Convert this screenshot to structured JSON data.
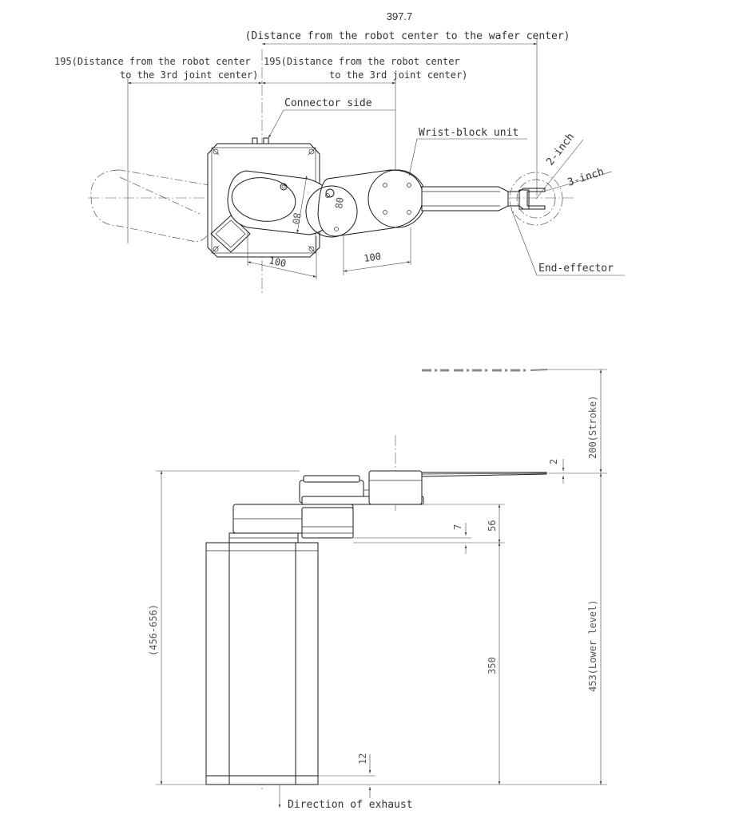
{
  "top_view": {
    "overall_value": "397.7",
    "overall_label": "(Distance from the robot center to the wafer center)",
    "left_reach_line1": "195(Distance from the robot center",
    "left_reach_line2": "to the 3rd joint center)",
    "right_reach_line1": "195(Distance from the robot center",
    "right_reach_line2": "to the 3rd joint center)",
    "connector_side": "Connector side",
    "wrist_block": "Wrist-block unit",
    "inch2": "2-inch",
    "inch3": "3-inch",
    "end_effector": "End-effector",
    "dim_80_a": "80",
    "dim_80_b": "80",
    "dim_100_a": "100",
    "dim_100_b": "100"
  },
  "side_view": {
    "stroke": "200(Stroke)",
    "dim_2": "2",
    "dim_56": "56",
    "dim_7": "7",
    "dim_350": "350",
    "dim_12": "12",
    "height_range": "(456-656)",
    "lower_level": "453(Lower level)",
    "exhaust": "Direction of exhaust"
  }
}
